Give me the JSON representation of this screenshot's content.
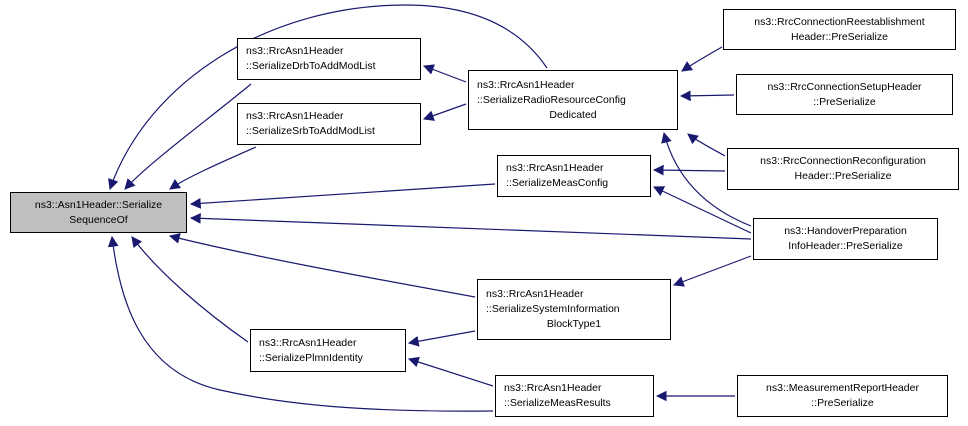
{
  "diagram": {
    "type": "doxygen-caller-graph",
    "colors": {
      "background": "#ffffff",
      "edge": "#191970",
      "node_fill": "#ffffff",
      "node_border": "#000000",
      "highlight_node_fill": "#bfbfbf"
    },
    "nodes": {
      "main": {
        "lines": [
          "ns3::Asn1Header::Serialize",
          "SequenceOf"
        ],
        "highlighted": true
      },
      "drb": {
        "lines": [
          "ns3::RrcAsn1Header",
          "::SerializeDrbToAddModList"
        ],
        "highlighted": false
      },
      "srb": {
        "lines": [
          "ns3::RrcAsn1Header",
          "::SerializeSrbToAddModList"
        ],
        "highlighted": false
      },
      "dedicated": {
        "lines": [
          "ns3::RrcAsn1Header",
          "::SerializeRadioResourceConfig",
          "Dedicated"
        ],
        "highlighted": false
      },
      "reest": {
        "lines": [
          "ns3::RrcConnectionReestablishment",
          "Header::PreSerialize"
        ],
        "highlighted": false
      },
      "setup": {
        "lines": [
          "ns3::RrcConnectionSetupHeader",
          "::PreSerialize"
        ],
        "highlighted": false
      },
      "reconf": {
        "lines": [
          "ns3::RrcConnectionReconfiguration",
          "Header::PreSerialize"
        ],
        "highlighted": false
      },
      "meas_config": {
        "lines": [
          "ns3::RrcAsn1Header",
          "::SerializeMeasConfig"
        ],
        "highlighted": false
      },
      "handover": {
        "lines": [
          "ns3::HandoverPreparation",
          "InfoHeader::PreSerialize"
        ],
        "highlighted": false
      },
      "sysinfo": {
        "lines": [
          "ns3::RrcAsn1Header",
          "::SerializeSystemInformation",
          "BlockType1"
        ],
        "highlighted": false
      },
      "plmn": {
        "lines": [
          "ns3::RrcAsn1Header",
          "::SerializePlmnIdentity"
        ],
        "highlighted": false
      },
      "meas_results": {
        "lines": [
          "ns3::RrcAsn1Header",
          "::SerializeMeasResults"
        ],
        "highlighted": false
      },
      "meas_report": {
        "lines": [
          "ns3::MeasurementReportHeader",
          "::PreSerialize"
        ],
        "highlighted": false
      }
    },
    "edges": [
      {
        "from": "drb",
        "to": "main"
      },
      {
        "from": "srb",
        "to": "main"
      },
      {
        "from": "dedicated",
        "to": "main"
      },
      {
        "from": "meas_config",
        "to": "main"
      },
      {
        "from": "handover",
        "to": "main"
      },
      {
        "from": "sysinfo",
        "to": "main"
      },
      {
        "from": "plmn",
        "to": "main"
      },
      {
        "from": "meas_results",
        "to": "main"
      },
      {
        "from": "dedicated",
        "to": "drb"
      },
      {
        "from": "dedicated",
        "to": "srb"
      },
      {
        "from": "reest",
        "to": "dedicated"
      },
      {
        "from": "setup",
        "to": "dedicated"
      },
      {
        "from": "reconf",
        "to": "dedicated"
      },
      {
        "from": "reconf",
        "to": "meas_config"
      },
      {
        "from": "handover",
        "to": "dedicated"
      },
      {
        "from": "handover",
        "to": "meas_config"
      },
      {
        "from": "handover",
        "to": "sysinfo"
      },
      {
        "from": "sysinfo",
        "to": "plmn"
      },
      {
        "from": "meas_results",
        "to": "plmn"
      },
      {
        "from": "meas_report",
        "to": "meas_results"
      }
    ]
  }
}
